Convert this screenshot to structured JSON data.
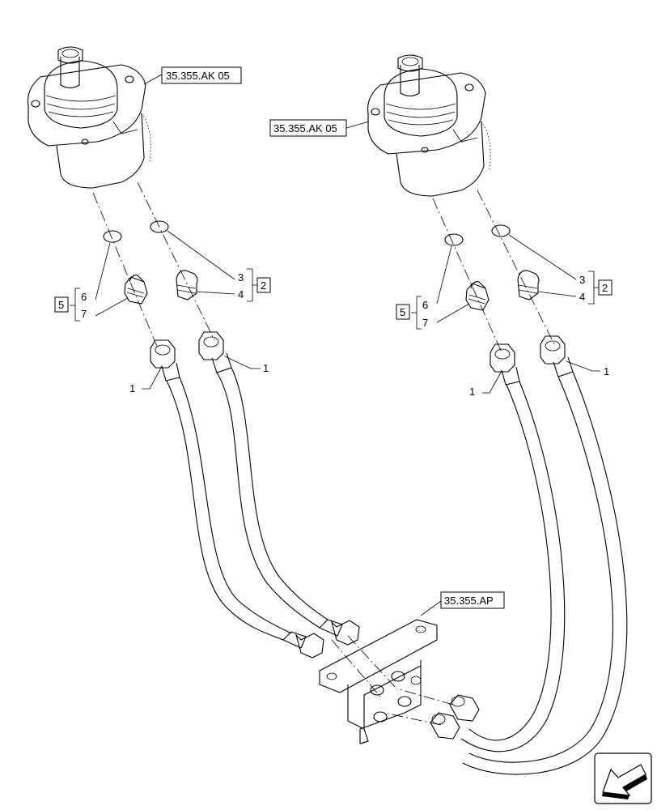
{
  "refs": {
    "left_valve": "35.355.AK 05",
    "right_valve": "35.355.AK 05",
    "manifold": "35.355.AP"
  },
  "callouts": {
    "hose": "1",
    "kit_a": "2",
    "kit_a_items": [
      "3",
      "4"
    ],
    "kit_b": "5",
    "kit_b_items": [
      "6",
      "7"
    ]
  },
  "icons": {
    "nav": "direction-arrow-icon"
  }
}
